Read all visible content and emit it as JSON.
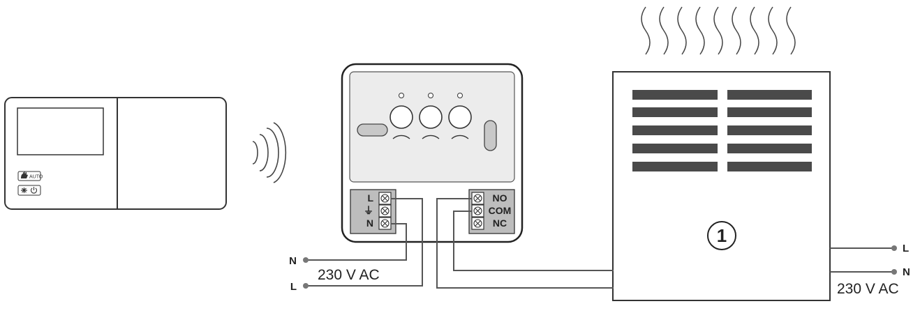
{
  "thermostat": {
    "mode_button_text": "AUTO"
  },
  "relay_module": {
    "input_terminals": [
      "L",
      "⏚",
      "N"
    ],
    "output_terminals": [
      "NO",
      "COM",
      "NC"
    ]
  },
  "heater": {
    "badge_number": "1"
  },
  "supply_left": {
    "line_labels": [
      "N",
      "L"
    ],
    "voltage_label": "230 V AC"
  },
  "supply_right": {
    "line_labels": [
      "L",
      "N"
    ],
    "voltage_label": "230 V AC"
  },
  "colors": {
    "stroke": "#333333",
    "terminal_block": "#bdbdbd",
    "heater_grille": "#4a4a4a",
    "device_panel": "#ececec"
  }
}
